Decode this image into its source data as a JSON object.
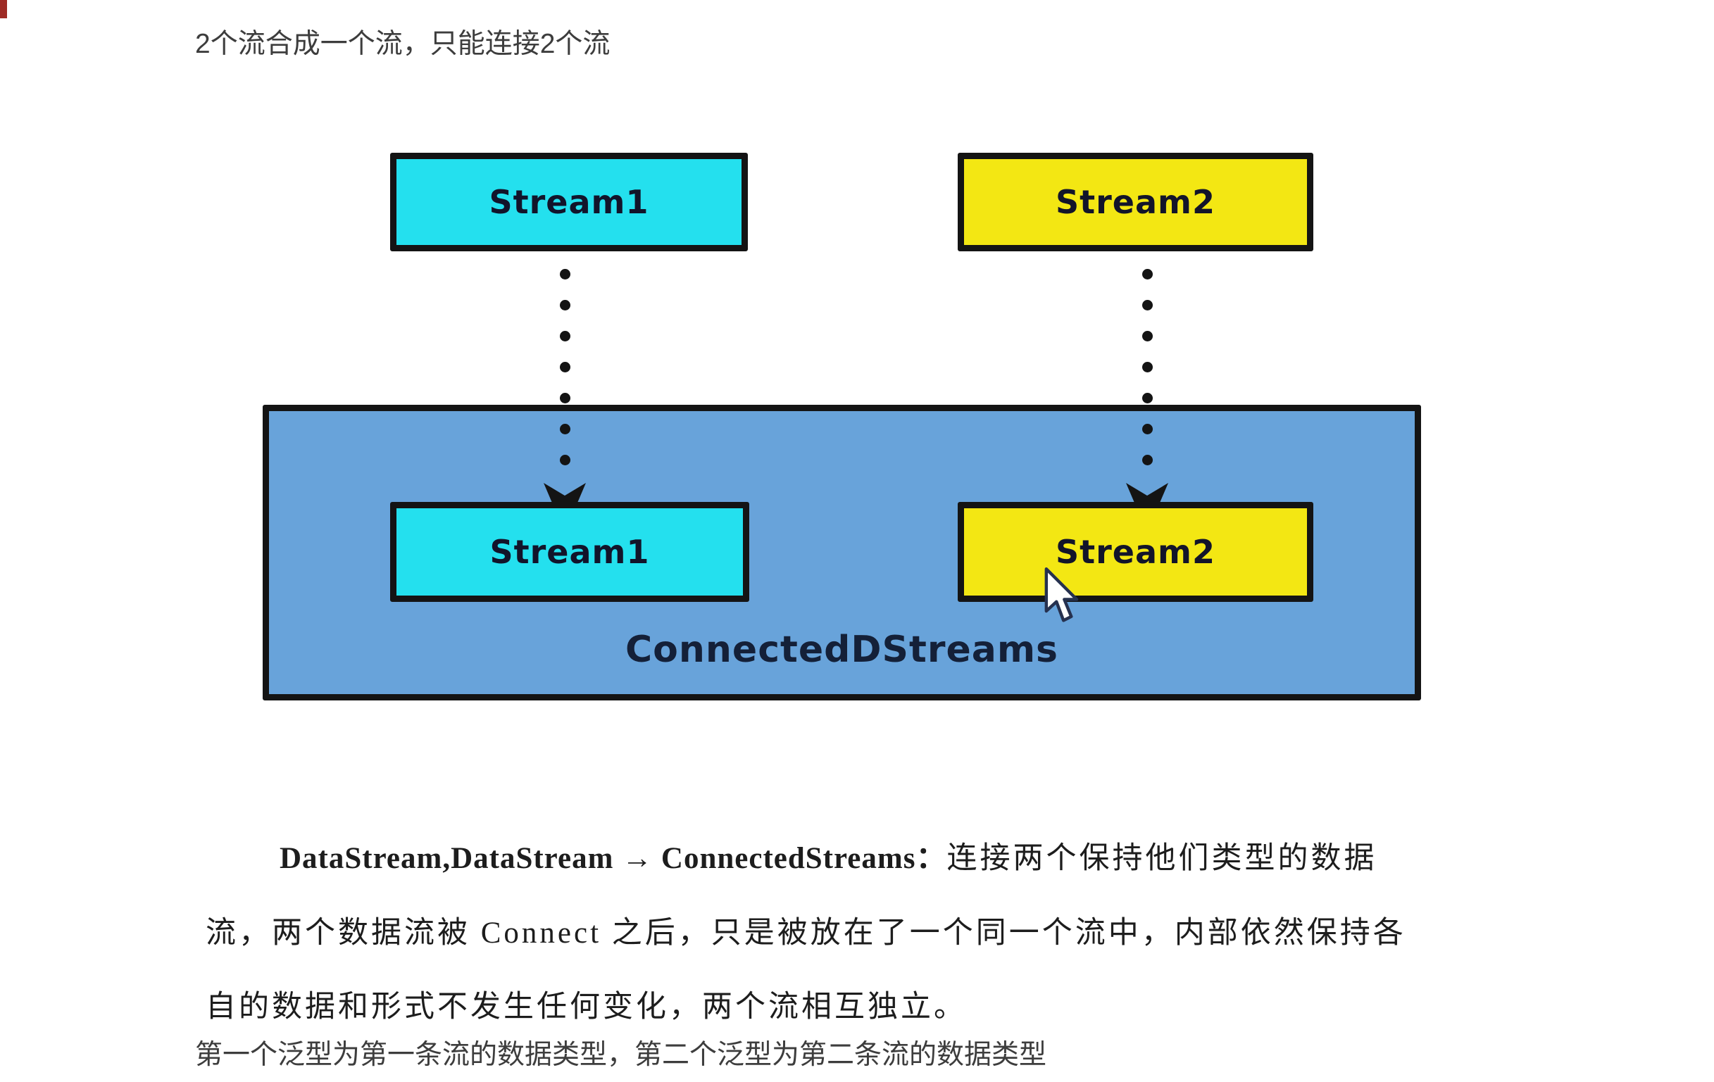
{
  "title": "2个流合成一个流，只能连接2个流",
  "diagram": {
    "top_boxes": [
      {
        "label": "Stream1"
      },
      {
        "label": "Stream2"
      }
    ],
    "container": {
      "label": "ConnectedDStreams",
      "inner_boxes": [
        {
          "label": "Stream1"
        },
        {
          "label": "Stream2"
        }
      ]
    },
    "icons": {
      "arrowhead": "arrow-down-icon",
      "cursor": "mouse-cursor-icon"
    },
    "colors": {
      "stream1_fill": "#24e0ee",
      "stream2_fill": "#f3e713",
      "container_fill": "#68a3da",
      "outline": "#141414",
      "box_text": "#12142a"
    }
  },
  "paragraph": {
    "line1_bold": "DataStream,DataStream  →  ConnectedStreams：",
    "line1_rest": "连接两个保持他们类型的数据",
    "line2": "流，两个数据流被 Connect 之后，只是被放在了一个同一个流中，内部依然保持各",
    "line3": "自的数据和形式不发生任何变化，两个流相互独立。"
  },
  "footer": "第一个泛型为第一条流的数据类型，第二个泛型为第二条流的数据类型"
}
